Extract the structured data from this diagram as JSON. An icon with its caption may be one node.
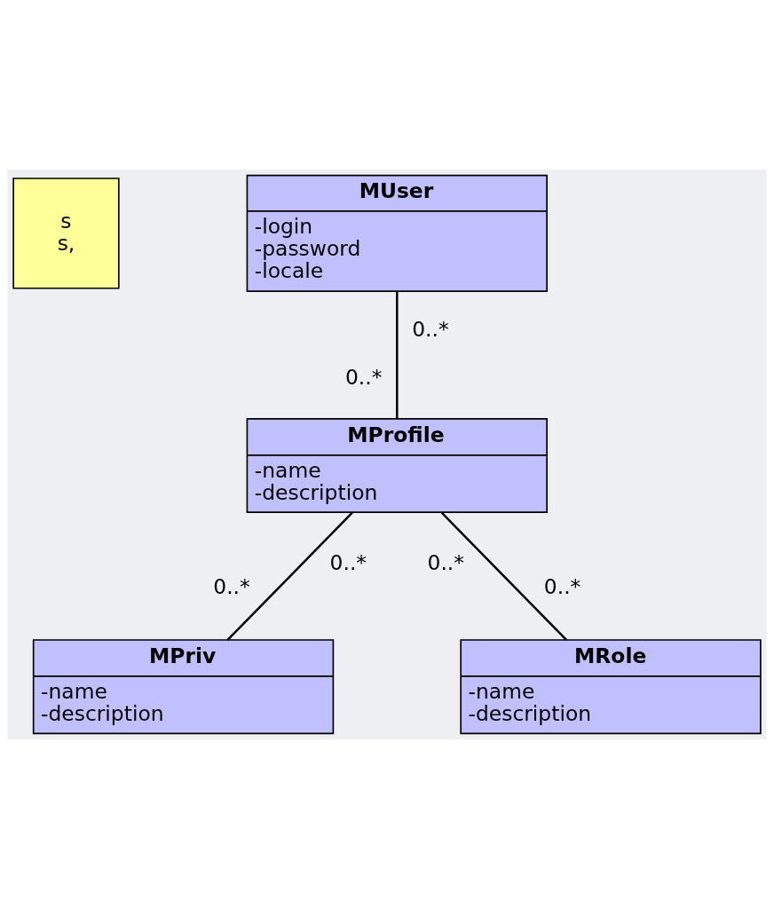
{
  "diagram": {
    "nodes": [
      {
        "text": [
          "s",
          "s,"
        ]
      },
      {
        "text": [
          "MUser",
          "-login",
          "-password",
          "-locale"
        ]
      },
      {
        "text": [
          "MProfile",
          "-name",
          "-description"
        ]
      },
      {
        "text": [
          "MPriv",
          "-name",
          "-description"
        ]
      },
      {
        "text": [
          "MRole",
          "-name",
          "-description"
        ]
      }
    ],
    "edges": [
      {
        "from": 1,
        "to": 2,
        "arrow": "none"
      },
      {
        "from": 2,
        "to": 3,
        "arrow": "none"
      },
      {
        "from": 2,
        "to": 4,
        "arrow": "none"
      }
    ],
    "labels": [
      "0..*",
      "0..*",
      "0..*",
      "0..*",
      "0..*",
      "0..*"
    ]
  }
}
